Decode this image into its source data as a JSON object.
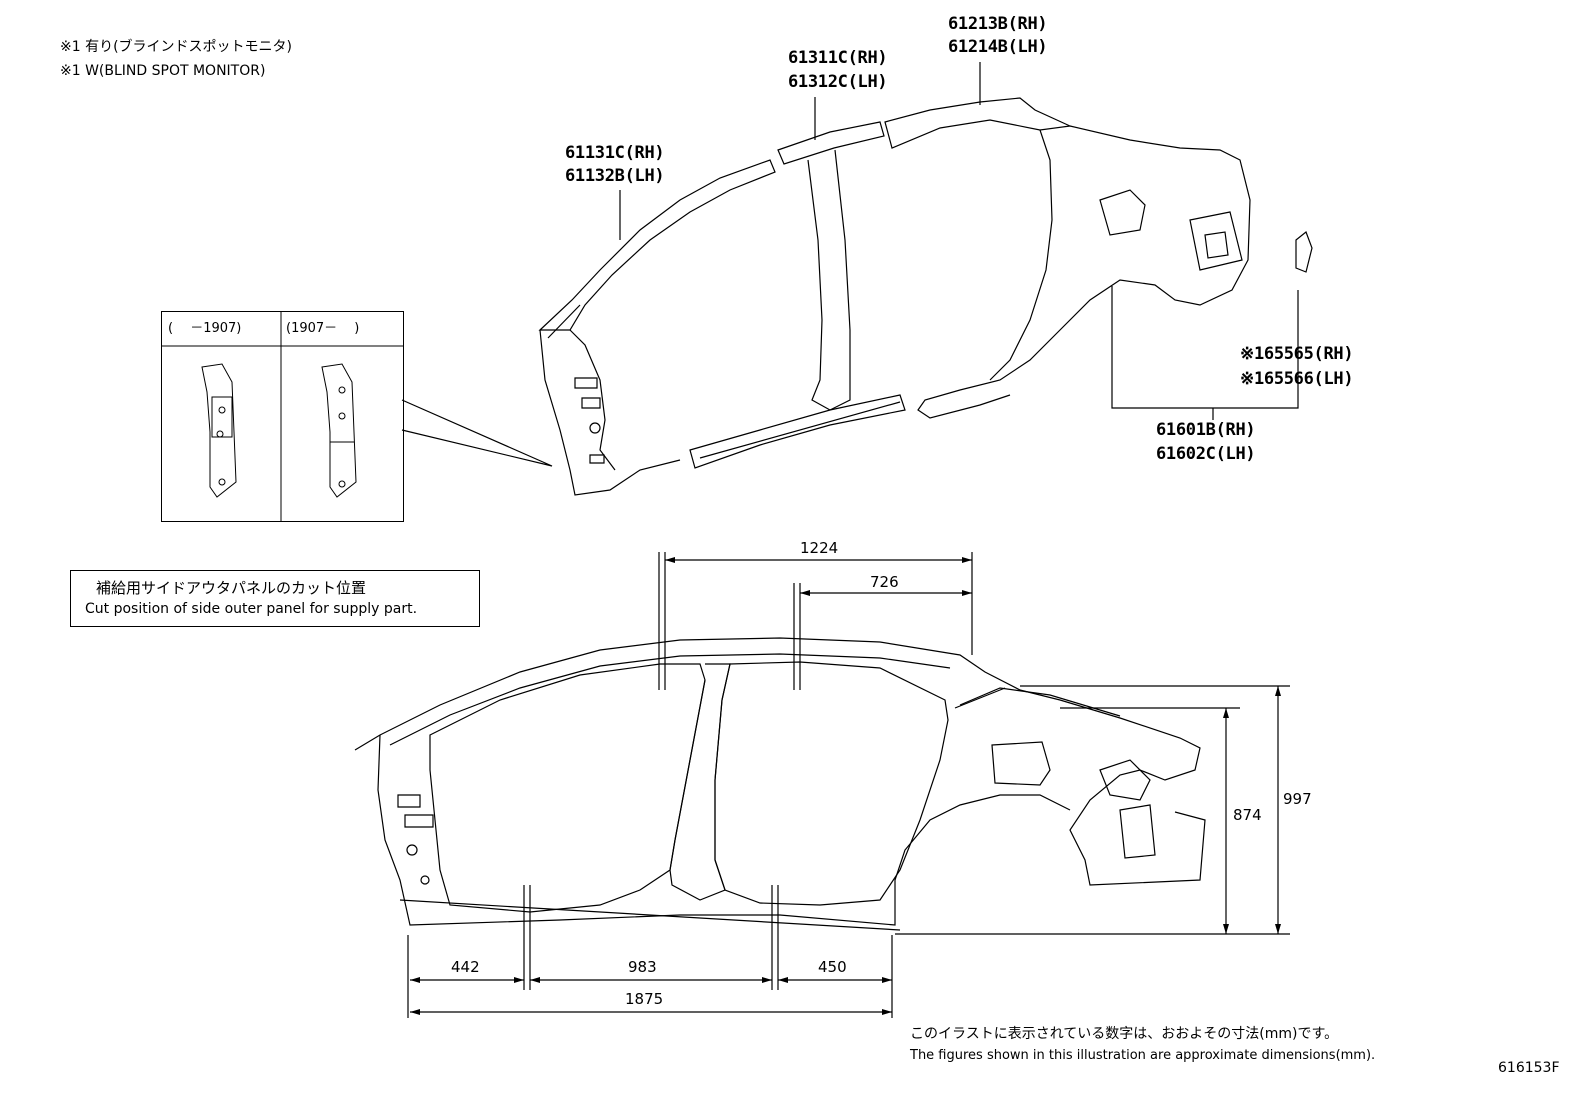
{
  "notes": {
    "jp": "※1 有り(ブラインドスポットモニタ)",
    "en": "※1 W(BLIND SPOT MONITOR)"
  },
  "parts": [
    {
      "rh": "61213B(RH)",
      "lh": "61214B(LH)"
    },
    {
      "rh": "61311C(RH)",
      "lh": "61312C(LH)"
    },
    {
      "rh": "61131C(RH)",
      "lh": "61132B(LH)"
    },
    {
      "rh": "※165565(RH)",
      "lh": "※165566(LH)"
    },
    {
      "rh": "61601B(RH)",
      "lh": "61602C(LH)"
    }
  ],
  "inset": {
    "left_header": "(　 －1907)",
    "right_header": "(1907－　 )"
  },
  "cut_position": {
    "jp": "補給用サイドアウタパネルのカット位置",
    "en": "Cut position of side outer panel for supply part."
  },
  "dimensions": {
    "top_long": "1224",
    "top_short": "726",
    "height_inner": "874",
    "height_outer": "997",
    "bottom_a": "442",
    "bottom_b": "983",
    "bottom_c": "450",
    "bottom_total": "1875"
  },
  "footer": {
    "jp": "このイラストに表示されている数字は、おおよその寸法(mm)です。",
    "en": "The figures shown in this illustration are approximate dimensions(mm).",
    "code": "616153F"
  }
}
